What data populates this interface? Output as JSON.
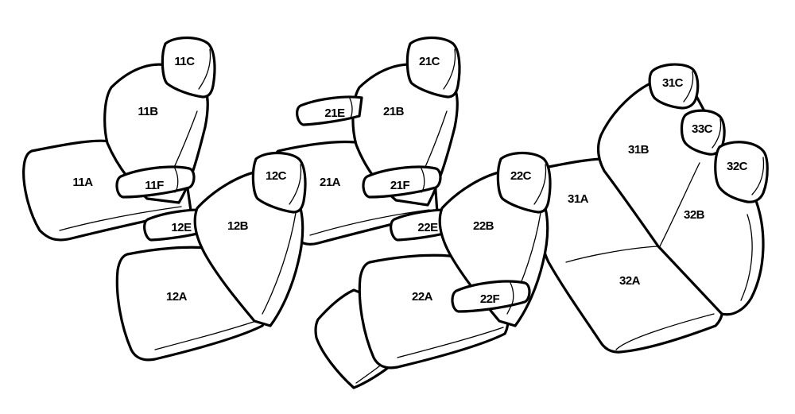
{
  "labels": {
    "s11a": "11A",
    "s11b": "11B",
    "s11c": "11C",
    "s11f": "11F",
    "s12a": "12A",
    "s12b": "12B",
    "s12c": "12C",
    "s12e": "12E",
    "s21a": "21A",
    "s21b": "21B",
    "s21c": "21C",
    "s21e": "21E",
    "s21f": "21F",
    "s22a": "22A",
    "s22b": "22B",
    "s22c": "22C",
    "s22e": "22E",
    "s22f": "22F",
    "s31a": "31A",
    "s31b": "31B",
    "s31c": "31C",
    "s32a": "32A",
    "s32b": "32B",
    "s32c": "32C",
    "s33c": "33C"
  }
}
